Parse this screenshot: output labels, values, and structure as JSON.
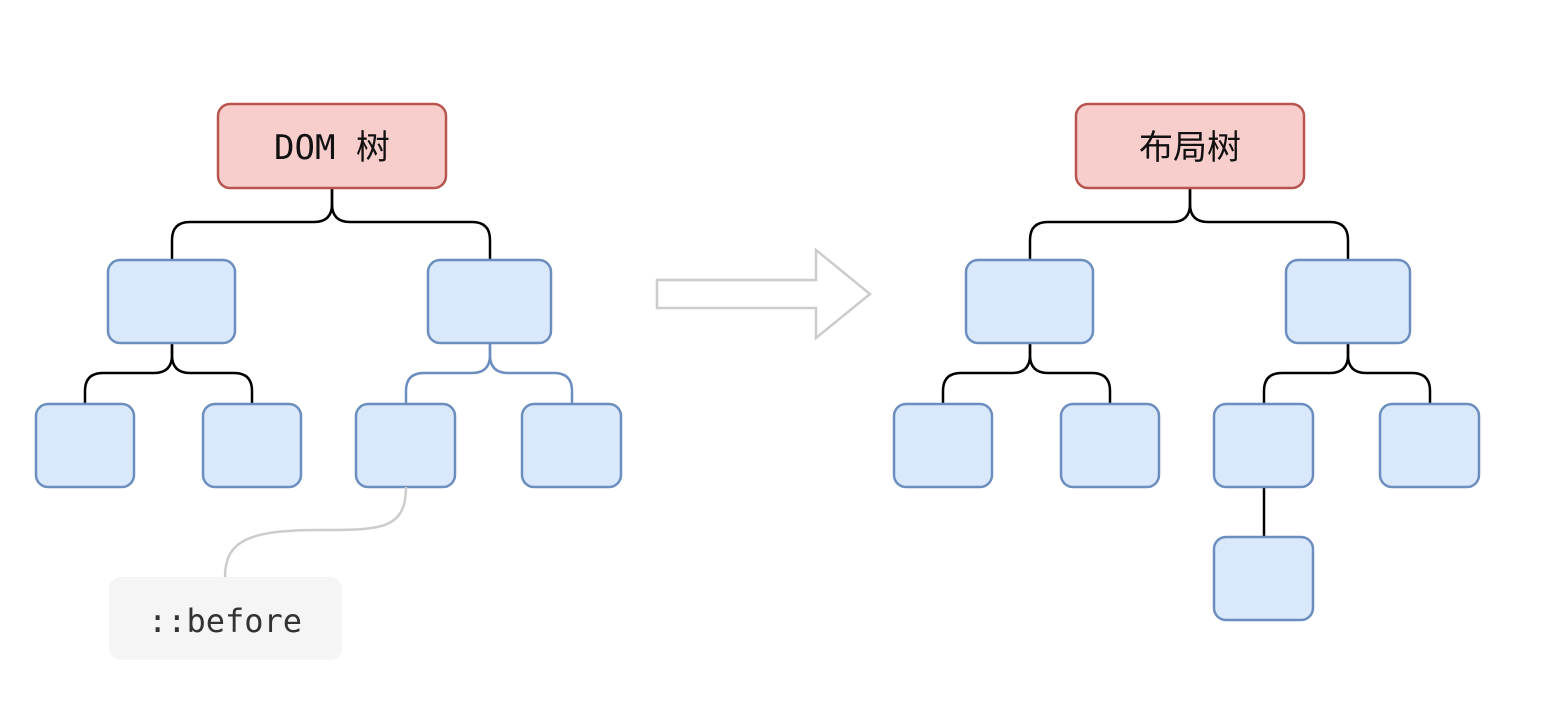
{
  "dom_tree": {
    "root_label": "DOM 树"
  },
  "layout_tree": {
    "root_label": "布局树"
  },
  "pseudo_element": {
    "label": "::before"
  },
  "colors": {
    "root_fill": "#f8cecc",
    "root_stroke": "#b85450",
    "node_fill": "#dae8fc",
    "node_stroke": "#6c8ebf",
    "edge": "#000000",
    "pseudo_edge": "#6c8ebf",
    "callout_line": "#cccccc",
    "callout_fill": "#f5f5f5",
    "arrow_stroke": "#cccccc"
  }
}
